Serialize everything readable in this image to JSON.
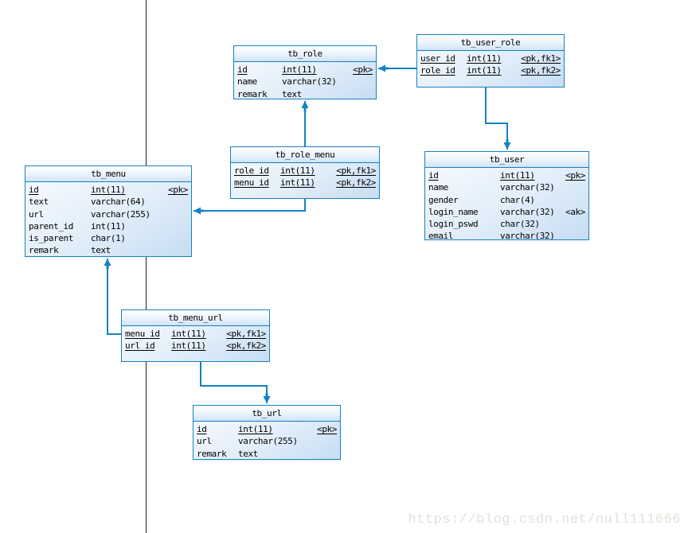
{
  "watermark": "https://blog.csdn.net/null111666",
  "colors": {
    "connector_blue": "#1581c4",
    "table_border": "#1581c4",
    "divider_black": "#1c1c1c",
    "watermark_gray": "#e2e2da"
  },
  "tables": [
    {
      "name": "tb_role",
      "rows": [
        {
          "field": "id",
          "type": "int(11)",
          "key": "<pk>",
          "pk": true
        },
        {
          "field": "name",
          "type": "varchar(32)",
          "key": ""
        },
        {
          "field": "remark",
          "type": "text",
          "key": ""
        }
      ]
    },
    {
      "name": "tb_user_role",
      "rows": [
        {
          "field": "user_id",
          "type": "int(11)",
          "key": "<pk,fk1>",
          "pk": true
        },
        {
          "field": "role_id",
          "type": "int(11)",
          "key": "<pk,fk2>",
          "pk": true
        }
      ]
    },
    {
      "name": "tb_user",
      "rows": [
        {
          "field": "id",
          "type": "int(11)",
          "key": "<pk>",
          "pk": true
        },
        {
          "field": "name",
          "type": "varchar(32)",
          "key": ""
        },
        {
          "field": "gender",
          "type": "char(4)",
          "key": ""
        },
        {
          "field": "login_name",
          "type": "varchar(32)",
          "key": "<ak>"
        },
        {
          "field": "login_pswd",
          "type": "char(32)",
          "key": ""
        },
        {
          "field": "email",
          "type": "varchar(32)",
          "key": ""
        }
      ]
    },
    {
      "name": "tb_role_menu",
      "rows": [
        {
          "field": "role_id",
          "type": "int(11)",
          "key": "<pk,fk1>",
          "pk": true
        },
        {
          "field": "menu_id",
          "type": "int(11)",
          "key": "<pk,fk2>",
          "pk": true
        }
      ]
    },
    {
      "name": "tb_menu",
      "rows": [
        {
          "field": "id",
          "type": "int(11)",
          "key": "<pk>",
          "pk": true
        },
        {
          "field": "text",
          "type": "varchar(64)",
          "key": ""
        },
        {
          "field": "url",
          "type": "varchar(255)",
          "key": ""
        },
        {
          "field": "parent_id",
          "type": "int(11)",
          "key": ""
        },
        {
          "field": "is_parent",
          "type": "char(1)",
          "key": ""
        },
        {
          "field": "remark",
          "type": "text",
          "key": ""
        }
      ]
    },
    {
      "name": "tb_menu_url",
      "rows": [
        {
          "field": "menu_id",
          "type": "int(11)",
          "key": "<pk,fk1>",
          "pk": true
        },
        {
          "field": "url_id",
          "type": "int(11)",
          "key": "<pk,fk2>",
          "pk": true
        }
      ]
    },
    {
      "name": "tb_url",
      "rows": [
        {
          "field": "id",
          "type": "int(11)",
          "key": "<pk>",
          "pk": true
        },
        {
          "field": "url",
          "type": "varchar(255)",
          "key": ""
        },
        {
          "field": "remark",
          "type": "text",
          "key": ""
        }
      ]
    }
  ],
  "relations": [
    {
      "from": "tb_user_role",
      "to": "tb_role"
    },
    {
      "from": "tb_user_role",
      "to": "tb_user"
    },
    {
      "from": "tb_role_menu",
      "to": "tb_role"
    },
    {
      "from": "tb_role_menu",
      "to": "tb_menu"
    },
    {
      "from": "tb_menu_url",
      "to": "tb_menu"
    },
    {
      "from": "tb_menu_url",
      "to": "tb_url"
    }
  ]
}
